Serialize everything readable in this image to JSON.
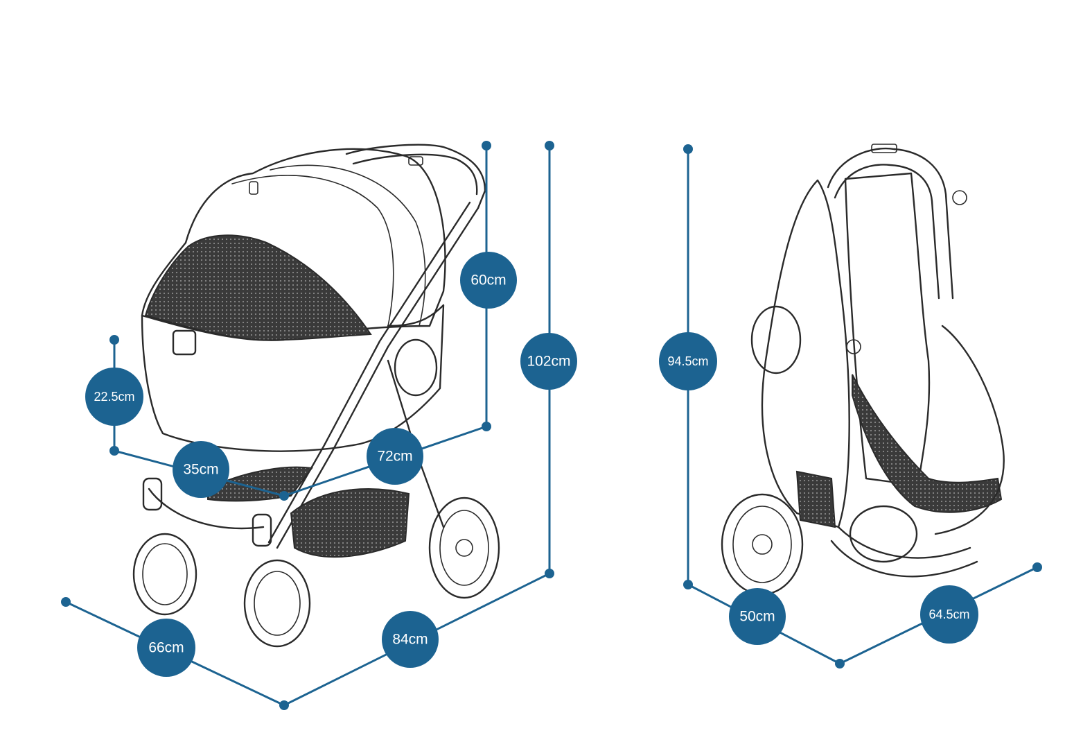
{
  "colors": {
    "dimension_blue": "#1c6391",
    "line_art": "#2a2a2a",
    "background": "#ffffff"
  },
  "dimensions": {
    "open_handle_height": "60cm",
    "open_total_height": "102cm",
    "open_basket_height": "22.5cm",
    "open_basket_width": "35cm",
    "open_basket_length": "72cm",
    "open_width": "66cm",
    "open_length": "84cm",
    "folded_height": "94.5cm",
    "folded_width": "50cm",
    "folded_length": "64.5cm"
  }
}
